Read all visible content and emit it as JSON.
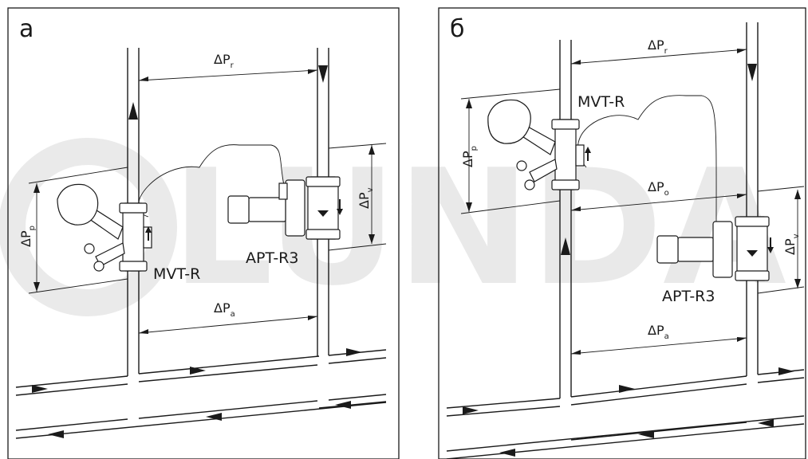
{
  "panels": [
    {
      "letter": "а",
      "labels": {
        "mvt": "MVT-R",
        "apt": "APT-R3",
        "dp_r": {
          "base": "ΔP",
          "sub": "r"
        },
        "dp_p": {
          "base": "ΔP",
          "sub": "p"
        },
        "dp_v": {
          "base": "ΔP",
          "sub": "v"
        },
        "dp_a": {
          "base": "ΔP",
          "sub": "a"
        }
      }
    },
    {
      "letter": "б",
      "labels": {
        "mvt": "MVT-R",
        "apt": "APT-R3",
        "dp_r": {
          "base": "ΔP",
          "sub": "r"
        },
        "dp_p": {
          "base": "ΔP",
          "sub": "p"
        },
        "dp_o": {
          "base": "ΔP",
          "sub": "o"
        },
        "dp_v": {
          "base": "ΔP",
          "sub": "v"
        },
        "dp_a": {
          "base": "ΔP",
          "sub": "a"
        }
      }
    }
  ],
  "watermark": {
    "text": "LUNDA"
  },
  "colors": {
    "line": "#1a1a1a",
    "watermark": "#d0d0d0",
    "background": "#ffffff"
  }
}
